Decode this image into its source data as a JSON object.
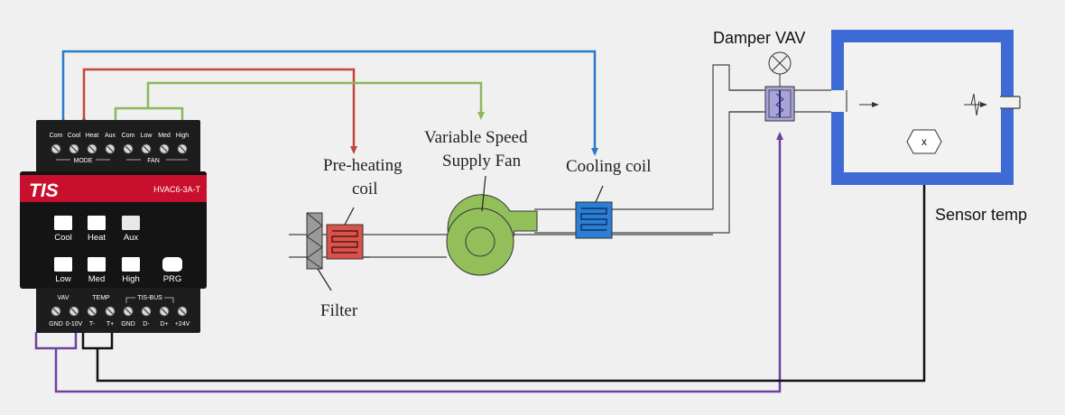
{
  "controller": {
    "brand": "TIS",
    "model": "HVAC6-3A-T",
    "top_terminals": [
      "Com",
      "Cool",
      "Heat",
      "Aux",
      "Com",
      "Low",
      "Med",
      "High"
    ],
    "top_groups": {
      "mode": "MODE",
      "fan": "FAN"
    },
    "buttons_row1": [
      "Cool",
      "Heat",
      "Aux"
    ],
    "buttons_row2": [
      "Low",
      "Med",
      "High",
      "PRG"
    ],
    "bottom_groups": {
      "vav": "VAV",
      "temp": "TEMP",
      "bus": "TIS-BUS"
    },
    "bottom_terminals": [
      "GND",
      "0-10V",
      "T-",
      "T+",
      "GND",
      "D-",
      "D+",
      "+24V"
    ]
  },
  "labels": {
    "preheat_line1": "Pre-heating",
    "preheat_line2": "coil",
    "fan_line1": "Variable Speed",
    "fan_line2": "Supply Fan",
    "cooling": "Cooling coil",
    "filter": "Filter",
    "damper": "Damper VAV",
    "sensor": "Sensor temp",
    "sensor_symbol": "x"
  },
  "colors": {
    "blue_wire": "#2a78c8",
    "red_wire": "#c0473a",
    "green_wire": "#8ab85a",
    "purple_wire": "#7040a0",
    "black_wire": "#111111",
    "room_wall": "#3d6ad4",
    "preheat_coil": "#d9534a",
    "cooling_coil": "#2a7fd4",
    "fan": "#93bf5a",
    "damper": "#a9a4d8"
  }
}
